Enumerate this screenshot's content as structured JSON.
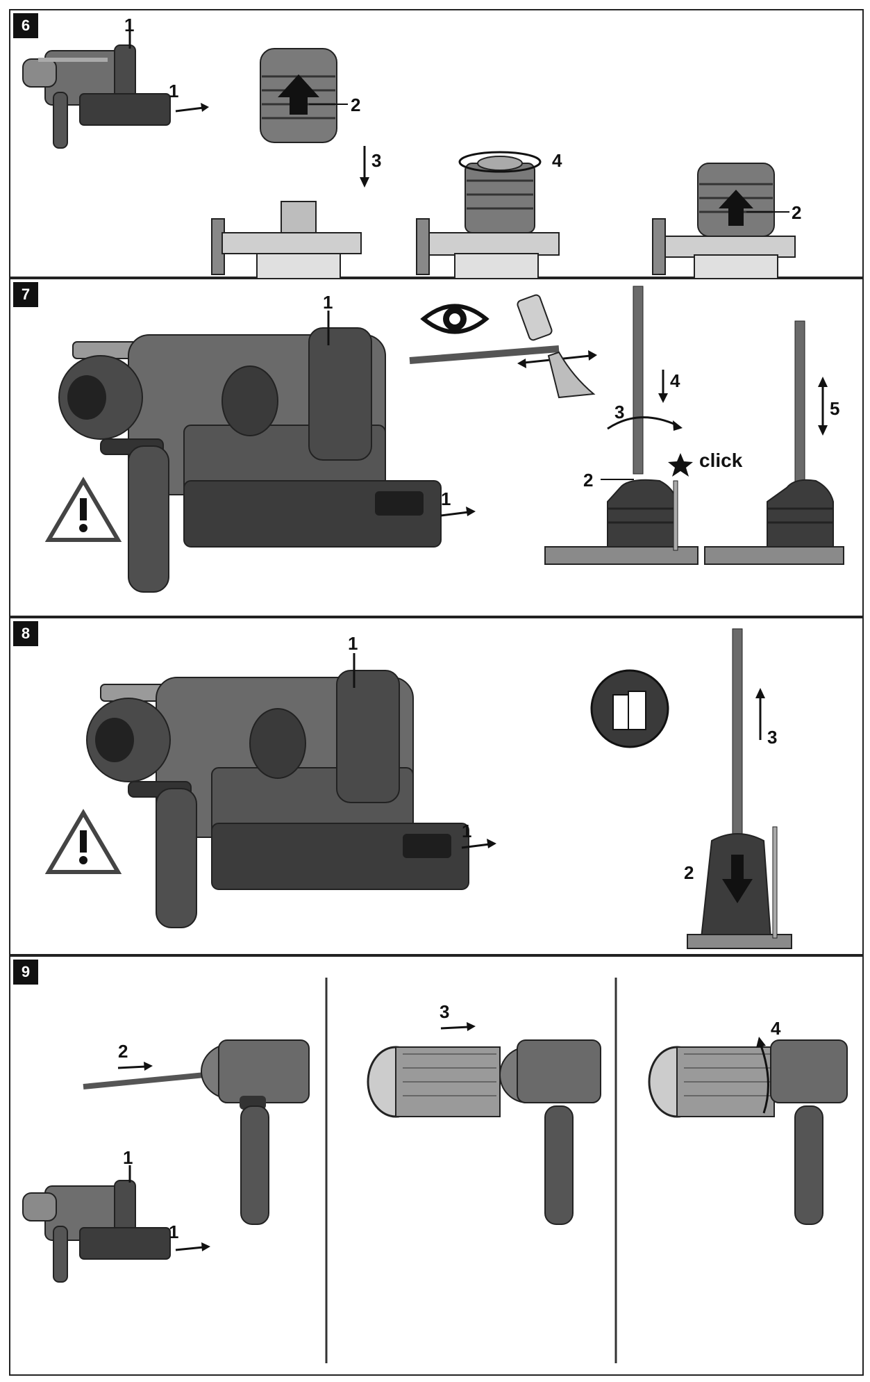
{
  "panels": [
    {
      "number": "6",
      "callouts": [
        "1",
        "1",
        "2",
        "3",
        "4",
        "2"
      ]
    },
    {
      "number": "7",
      "callouts": [
        "1",
        "1",
        "2",
        "3",
        "4",
        "5"
      ],
      "click_text": "click"
    },
    {
      "number": "8",
      "callouts": [
        "1",
        "1",
        "2",
        "3"
      ]
    },
    {
      "number": "9",
      "callouts": [
        "2",
        "1",
        "1",
        "3",
        "4"
      ]
    }
  ],
  "colors": {
    "ink": "#111111",
    "body_gray": "#6e6e6e",
    "dark_gray": "#3c3c3c",
    "light_gray": "#bdbdbd"
  },
  "icons": [
    "eye-rotate-icon",
    "grease-tube-icon",
    "gloves-icon",
    "warning-triangle-icon",
    "click-spark-icon"
  ]
}
